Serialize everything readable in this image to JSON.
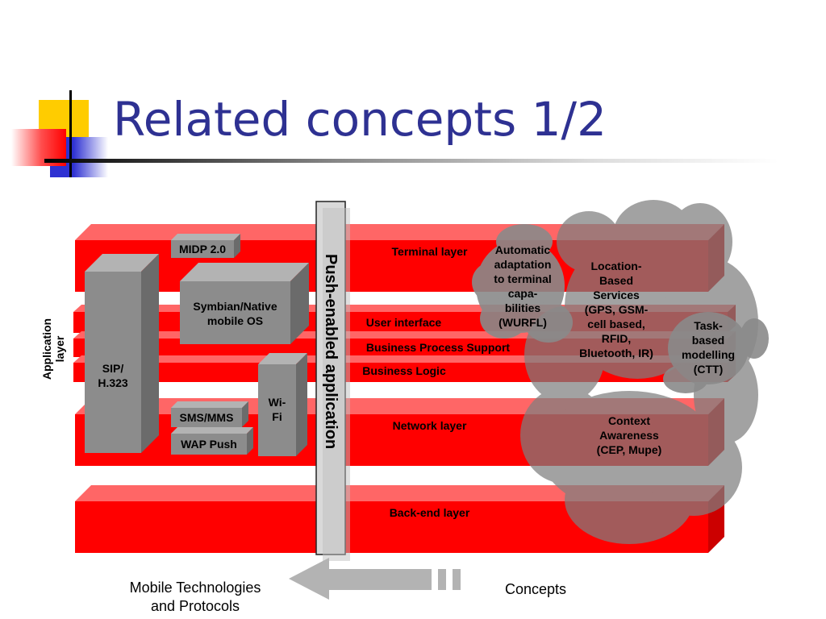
{
  "slide": {
    "title": "Related concepts 1/2"
  },
  "colors": {
    "title_blue": "#2e3192",
    "layer_red": "#ff0000",
    "box_gray": "#8c8c8c",
    "cloud_gray": "#7f7f7f",
    "deco_yellow": "#ffcc00",
    "deco_blue": "#2e31d2"
  },
  "layers": {
    "terminal": "Terminal layer",
    "user_interface": "User interface",
    "business_process": "Business Process Support",
    "business_logic": "Business Logic",
    "network": "Network layer",
    "backend": "Back-end layer",
    "application_label_1": "Application",
    "application_label_2": "layer"
  },
  "technologies": {
    "midp": "MIDP 2.0",
    "symbian_1": "Symbian/Native",
    "symbian_2": "mobile OS",
    "sip_1": "SIP/",
    "sip_2": "H.323",
    "wifi_1": "Wi-",
    "wifi_2": "Fi",
    "sms": "SMS/MMS",
    "wap": "WAP Push"
  },
  "push": {
    "label": "Push-enabled application"
  },
  "concepts": {
    "automatic": [
      "Automatic",
      "adaptation",
      "to terminal",
      "capa-",
      "bilities",
      "(WURFL)"
    ],
    "location": [
      "Location-",
      "Based",
      "Services",
      "(GPS, GSM-",
      "cell based,",
      "RFID,",
      "Bluetooth, IR)"
    ],
    "task": [
      "Task-",
      "based",
      "modelling",
      "(CTT)"
    ],
    "context": [
      "Context",
      "Awareness",
      "(CEP, Mupe)"
    ]
  },
  "bottom": {
    "mobile_1": "Mobile Technologies",
    "mobile_2": "and Protocols",
    "concepts": "Concepts"
  }
}
